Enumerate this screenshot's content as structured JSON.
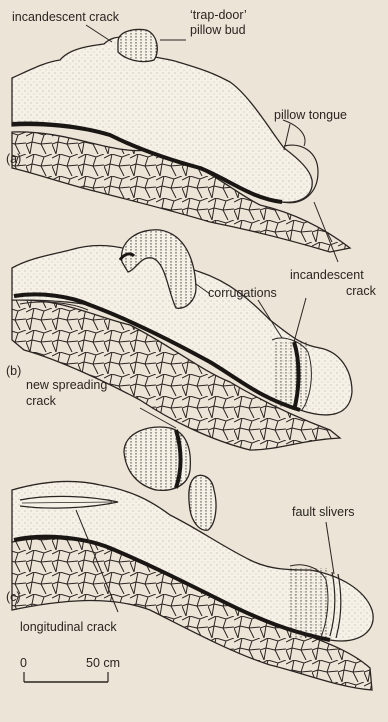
{
  "figure": {
    "background": "#ece4d6",
    "ink": "#2a2522",
    "panels": [
      {
        "letter": "(a)",
        "labels": {
          "incandescent_crack": "incandescent crack",
          "trap_door_line1": "‘trap-door’",
          "trap_door_line2": "pillow bud",
          "pillow_tongue": "pillow tongue"
        }
      },
      {
        "letter": "(b)",
        "labels": {
          "incandescent_line1": "incandescent",
          "incandescent_line2": "crack",
          "corrugations": "corrugations",
          "new_spreading_line1": "new spreading",
          "new_spreading_line2": "crack"
        }
      },
      {
        "letter": "(c)",
        "labels": {
          "fault_slivers": "fault slivers",
          "longitudinal_crack": "longitudinal crack"
        }
      }
    ],
    "scale_bar": {
      "start_label": "0",
      "end_label": "50 cm"
    }
  }
}
